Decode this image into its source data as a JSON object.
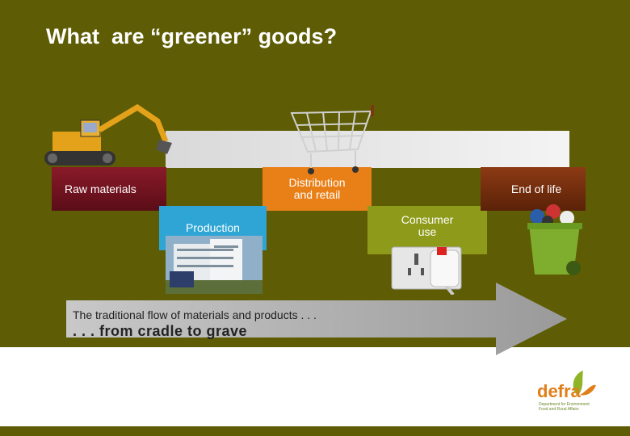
{
  "title": "What  are “greener” goods?",
  "stages": {
    "raw_materials": "Raw materials",
    "distribution_line1": "Distribution",
    "distribution_line2": "and retail",
    "production": "Production",
    "consumer_line1": "Consumer",
    "consumer_line2": "use",
    "end_of_life": "End of life"
  },
  "caption": {
    "flow": "The traditional flow of materials and products . . .",
    "cradle": ". . . from cradle to grave"
  },
  "logo": {
    "name": "defra",
    "tagline": "Department for Environment Food and Rural Affairs"
  },
  "colors": {
    "background": "#5e5c04",
    "raw_materials": "#8a1a28",
    "distribution": "#e97f17",
    "production": "#2ea5d4",
    "consumer": "#8e9b1a",
    "end_of_life": "#8c3a14",
    "logo_orange": "#e07f1a",
    "logo_green": "#8fb526"
  },
  "icons": [
    "excavator-icon",
    "shopping-cart-icon",
    "factory-building-icon",
    "power-socket-icon",
    "wheelie-bin-icon",
    "defra-leaf-icon"
  ]
}
